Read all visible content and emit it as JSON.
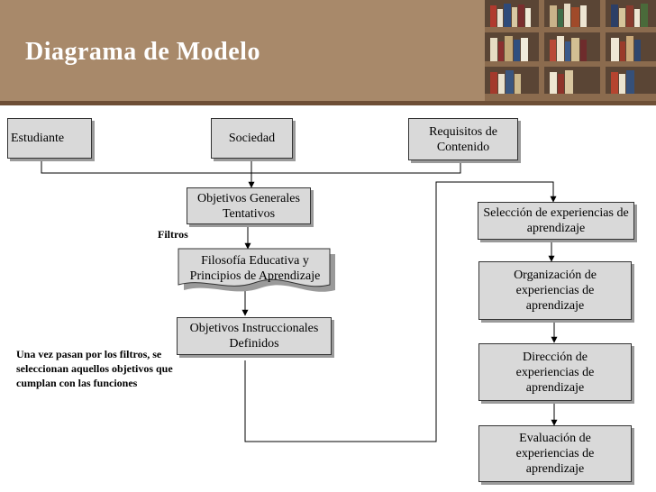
{
  "header": {
    "title": "Diagrama de Modelo"
  },
  "diagram": {
    "estudiante": "Estudiante",
    "sociedad": "Sociedad",
    "requisitos": "Requisitos de Contenido",
    "objetivos_generales": "Objetivos Generales Tentativos",
    "filosofia": "Filosofía Educativa y Principios de Aprendizaje",
    "objetivos_instruccionales": "Objetivos Instruccionales Definidos",
    "seleccion": "Selección de experiencias de aprendizaje",
    "organizacion": "Organización de experiencias de aprendizaje",
    "direccion": "Dirección de experiencias de aprendizaje",
    "evaluacion": "Evaluación de experiencias de aprendizaje",
    "filtros_label": "Filtros",
    "note": "Una vez pasan por los filtros, se seleccionan aquellos objetivos que cumplan con las funciones"
  },
  "colors": {
    "header_bg": "#a8896a",
    "box_fill": "#d9d9d9",
    "line": "#000000"
  }
}
